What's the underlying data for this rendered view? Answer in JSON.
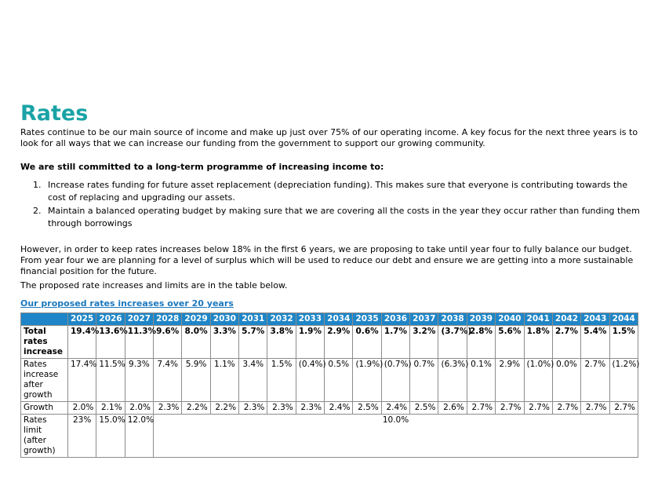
{
  "title": "Rates",
  "intro": "Rates continue to be our main source of income and make up just over 75% of our operating income. A key focus for the next three years is to look for all ways that we can increase our funding from the government to support our growing community.",
  "commitment_heading": "We are still committed to a long-term programme of increasing income to:",
  "list_items": [
    {
      "num": "1.",
      "text": "Increase rates funding for future asset replacement (depreciation funding). This makes sure that everyone is contributing towards the cost of replacing and upgrading our assets."
    },
    {
      "num": "2.",
      "text": "Maintain a balanced operating budget by making sure that we are covering all the costs in the year they occur rather than funding them through borrowings"
    }
  ],
  "paragraph": "However, in order to keep rates increases below 18% in the first 6 years, we are proposing to take until year four to fully balance our budget. From year four we are planning for a level of surplus which will be used to reduce our debt and ensure we are getting into a more sustainable financial position for the future.",
  "table_intro": "The proposed rate increases and limits are in the table below.",
  "table_heading": "Our proposed rates increases over 20 years",
  "table": {
    "years": [
      "2025",
      "2026",
      "2027",
      "2028",
      "2029",
      "2030",
      "2031",
      "2032",
      "2033",
      "2034",
      "2035",
      "2036",
      "2037",
      "2038",
      "2039",
      "2040",
      "2041",
      "2042",
      "2043",
      "2044"
    ],
    "rows": {
      "total": {
        "label": "Total rates increase",
        "values": [
          "19.4%",
          "13.6%",
          "11.3%",
          "9.6%",
          "8.0%",
          "3.3%",
          "5.7%",
          "3.8%",
          "1.9%",
          "2.9%",
          "0.6%",
          "1.7%",
          "3.2%",
          "(3.7%)",
          "2.8%",
          "5.6%",
          "1.8%",
          "2.7%",
          "5.4%",
          "1.5%"
        ]
      },
      "after_growth": {
        "label": "Rates increase after growth",
        "values": [
          "17.4%",
          "11.5%",
          "9.3%",
          "7.4%",
          "5.9%",
          "1.1%",
          "3.4%",
          "1.5%",
          "(0.4%)",
          "0.5%",
          "(1.9%)",
          "(0.7%)",
          "0.7%",
          "(6.3%)",
          "0.1%",
          "2.9%",
          "(1.0%)",
          "0.0%",
          "2.7%",
          "(1.2%)"
        ]
      },
      "growth": {
        "label": "Growth",
        "values": [
          "2.0%",
          "2.1%",
          "2.0%",
          "2.3%",
          "2.2%",
          "2.2%",
          "2.3%",
          "2.3%",
          "2.3%",
          "2.4%",
          "2.5%",
          "2.4%",
          "2.5%",
          "2.6%",
          "2.7%",
          "2.7%",
          "2.7%",
          "2.7%",
          "2.7%",
          "2.7%"
        ]
      },
      "limit": {
        "label": "Rates limit (after growth)",
        "values": [
          "23%",
          "15.0%",
          "12.0%"
        ],
        "span_value": "10.0%"
      }
    }
  }
}
